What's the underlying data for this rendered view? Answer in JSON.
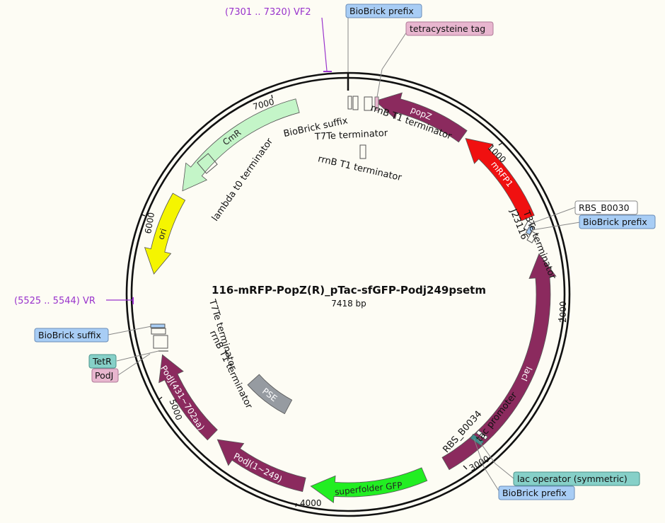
{
  "title": "116-mRFP-PopZ(R)_pTac-sfGFP-Podj249psetm",
  "length": "7418 bp",
  "ticks": [
    "1000",
    "2000",
    "3000",
    "4000",
    "5000",
    "6000",
    "7000"
  ],
  "features": {
    "popZ": "popZ",
    "mRFP1": "mRFP1",
    "lacI": "lacI",
    "sfgfp": "superfolder GFP",
    "podj249": "PodJ(1~249)",
    "podj431": "PodJ(431~702aa)",
    "pse": "PSE",
    "ori": "ori",
    "cmr": "CmR"
  },
  "labels": {
    "biobrick_suffix_top": "BioBrick suffix",
    "t7te_top": "T7Te terminator",
    "rrnb_top_inner": "rrnB T1 terminator",
    "rrnb_top_upper": "rrnB T1 terminator",
    "lambda": "lambda t0 terminator",
    "j23116": "J23116",
    "t3te": "T3Te terminator",
    "tac": "tac promoter",
    "rbs_b0034": "RBS_B0034",
    "t7te_left": "T7Te terminator",
    "rrnb_left": "rrnB T1 terminator"
  },
  "callouts": {
    "biobrick_prefix_top": "BioBrick prefix",
    "tetracysteine": "tetracysteine tag",
    "rbs_b0030": "RBS_B0030",
    "biobrick_prefix_right": "BioBrick prefix",
    "biobrick_suffix_left": "BioBrick suffix",
    "tetr": "TetR",
    "podj": "PodJ",
    "lac_operator": "lac operator (symmetric)",
    "biobrick_prefix_bottom": "BioBrick prefix"
  },
  "primers": {
    "vf2": "(7301 .. 7320)  VF2",
    "vr": "(5525 .. 5544)  VR"
  },
  "colors": {
    "backbone": "#111111",
    "cds": "#8b2a5e",
    "mrfp": "#f01010",
    "sfgfp": "#22ee22",
    "ori": "#f5f500",
    "cmr": "#c4f5c8",
    "pse": "#969ba1",
    "primer": "#9933cc",
    "callout_blue": "#a8cdf5",
    "callout_pink": "#e8b6cf",
    "callout_teal": "#86d0c8",
    "callout_white": "#ffffff"
  }
}
